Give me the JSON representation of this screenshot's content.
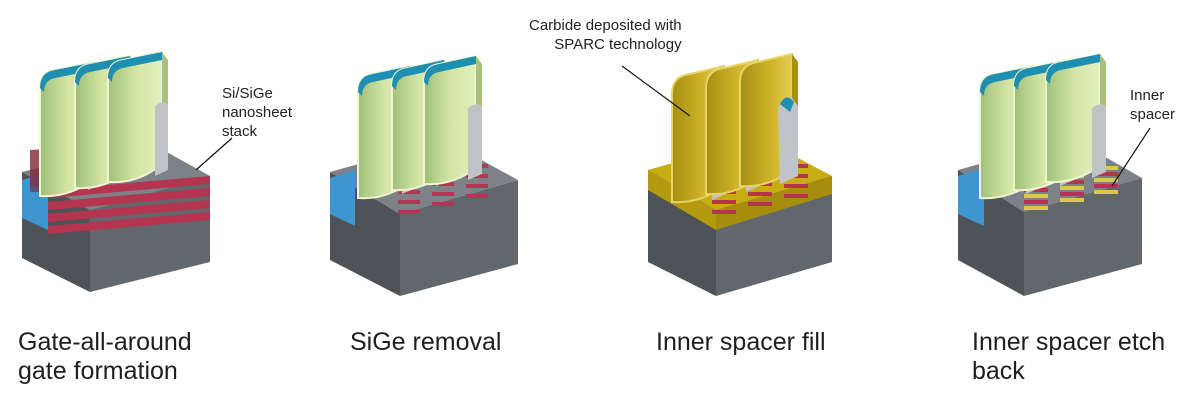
{
  "panels": [
    {
      "caption_line1": "Gate-all-around",
      "caption_line2": "gate formation",
      "annotation": [
        "Si/SiGe",
        "nanosheet",
        "stack"
      ]
    },
    {
      "caption_line1": "SiGe removal",
      "caption_line2": ""
    },
    {
      "caption_line1": "Inner spacer fill",
      "caption_line2": "",
      "annotation": [
        "Carbide deposited with",
        "SPARC technology"
      ]
    },
    {
      "caption_line1": "Inner spacer etch",
      "caption_line2": "back",
      "annotation": [
        "Inner",
        "spacer"
      ]
    }
  ],
  "colors": {
    "substrate_front": "#5a5f64",
    "substrate_top": "#7a8086",
    "gate_face": "#cfe19a",
    "gate_cap": "#1e8fb0",
    "silicon": "#3a9ad6",
    "sige": "#b0314a",
    "carbide": "#c9b21a",
    "spacer": "#d9c84a"
  }
}
